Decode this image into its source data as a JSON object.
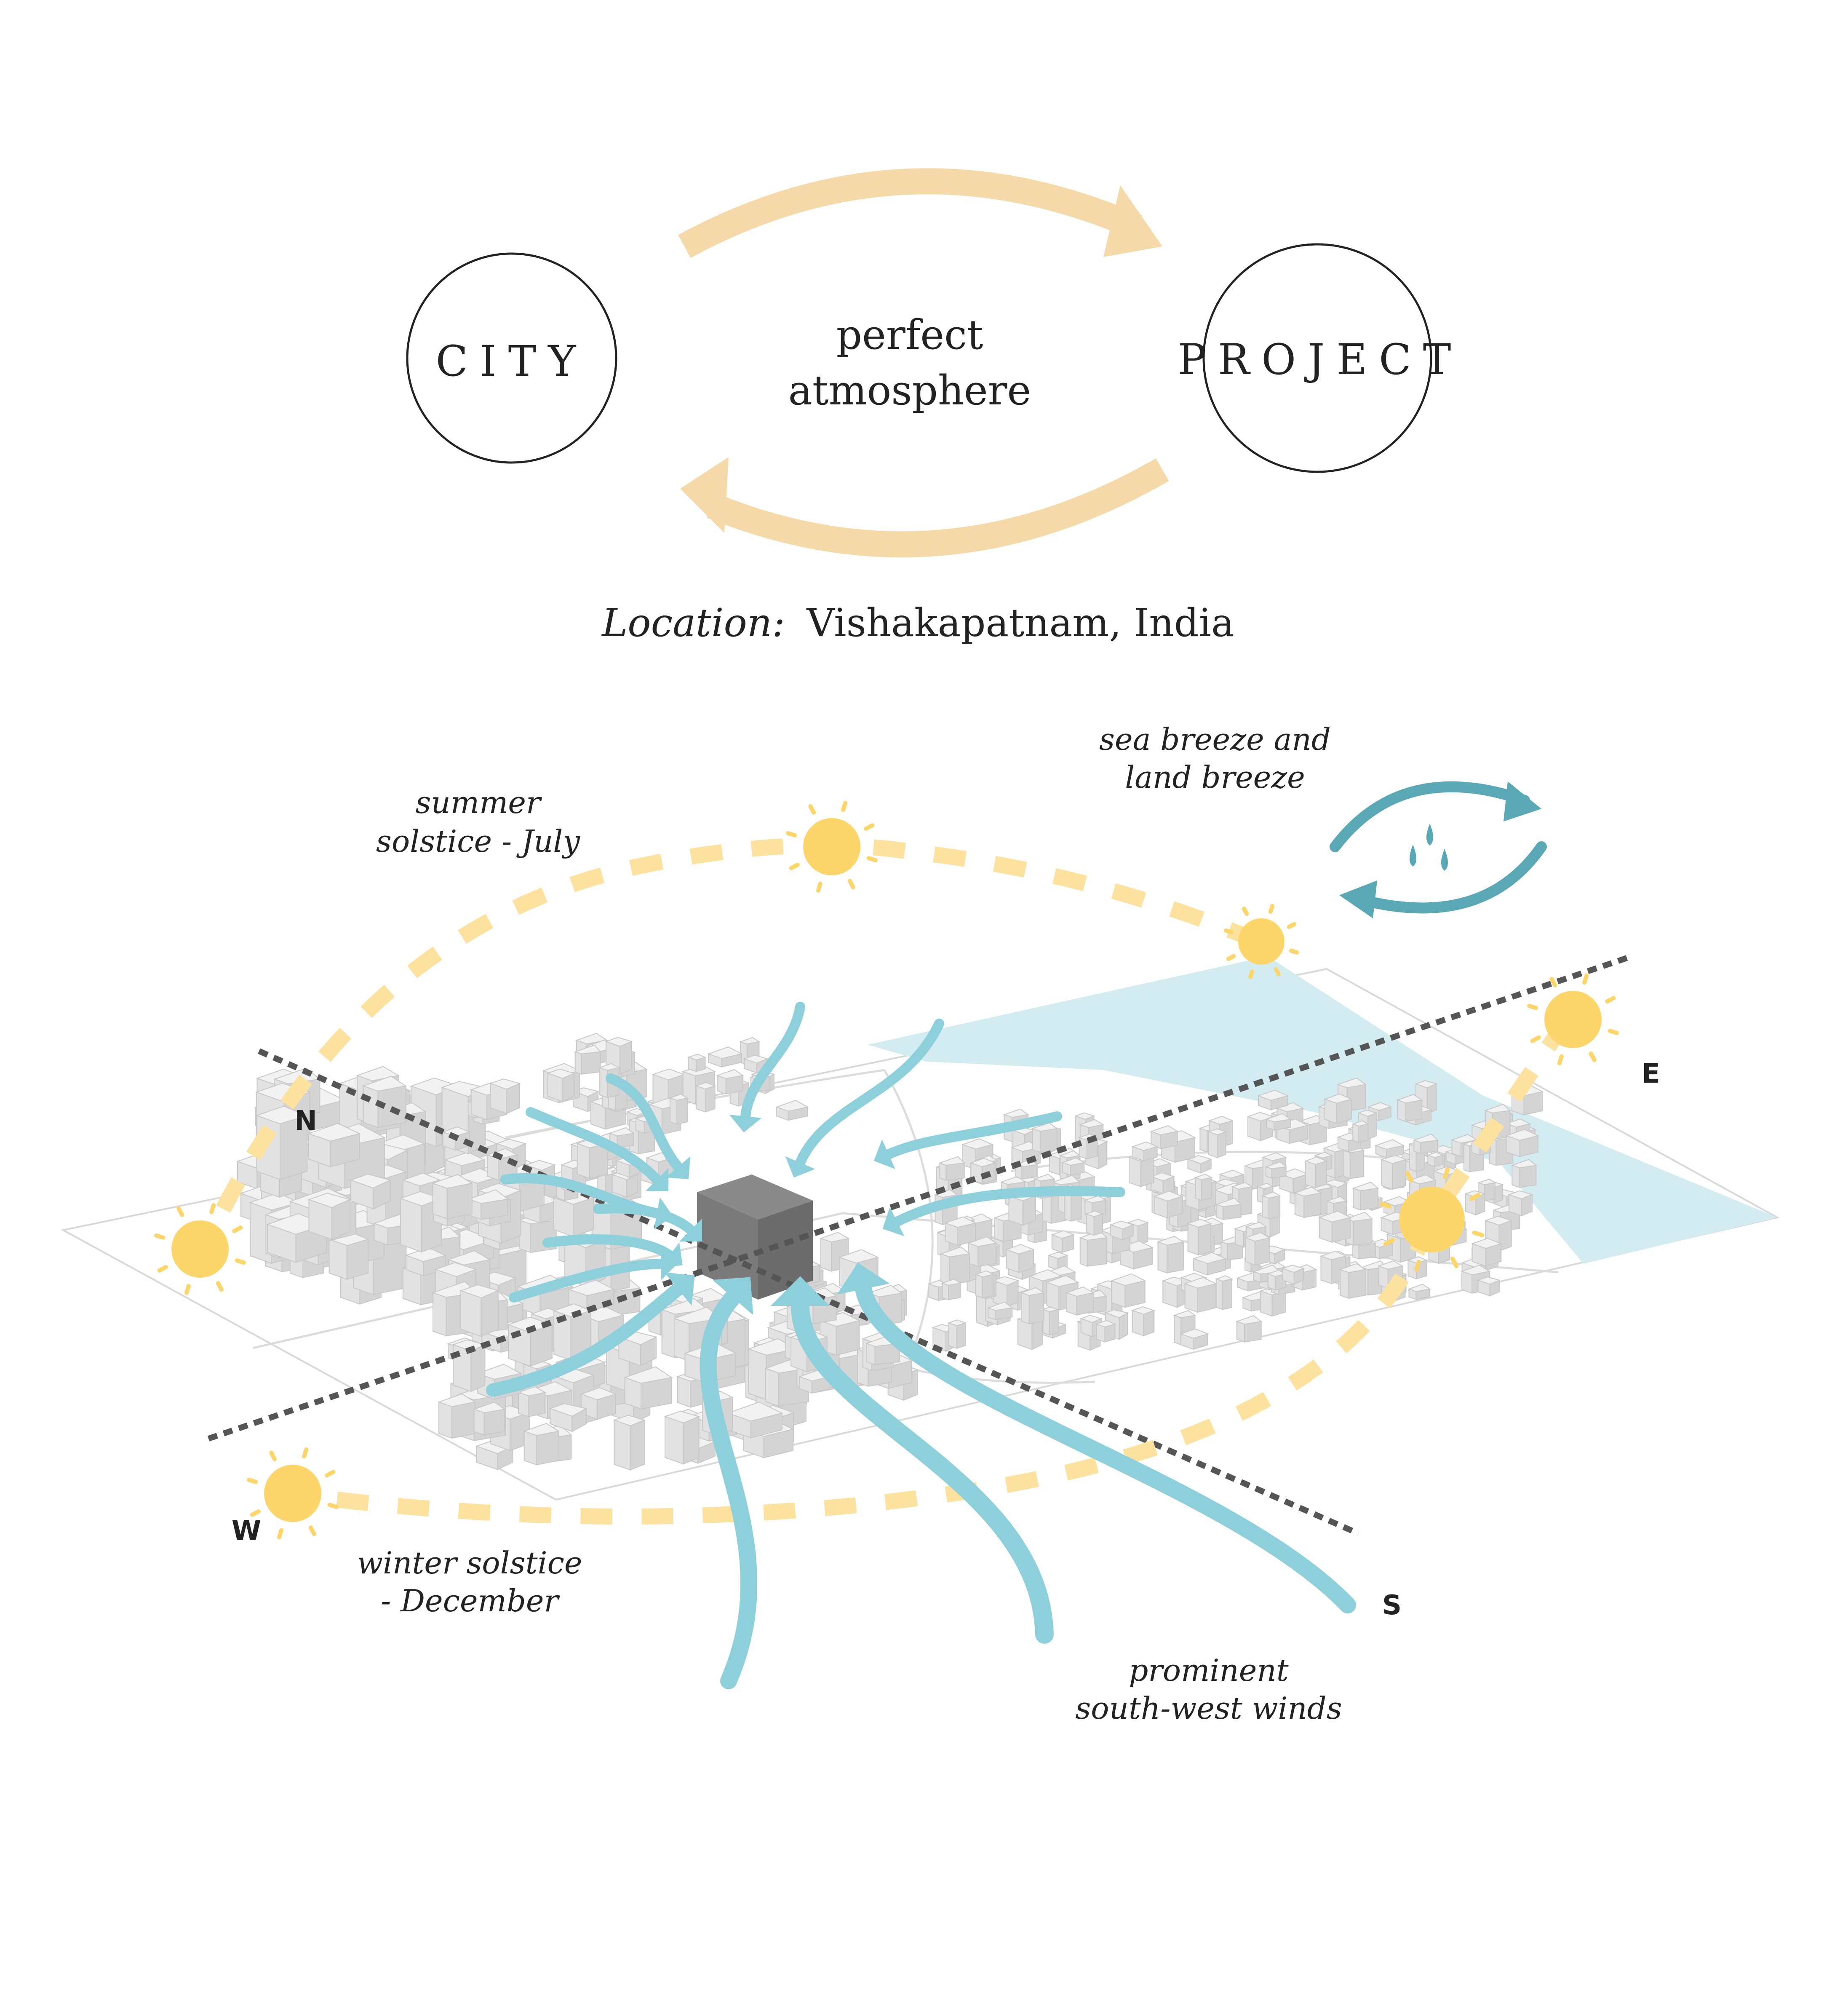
{
  "top": {
    "city_label": "CITY",
    "project_label": "PROJECT",
    "center_line1": "perfect",
    "center_line2": "atmosphere"
  },
  "location": {
    "prefix": "Location:",
    "value": "Vishakapatnam, India"
  },
  "labels": {
    "summer_line1": "summer",
    "summer_line2": "solstice - July",
    "breeze_line1": "sea breeze and",
    "breeze_line2": "land breeze",
    "winter_line1": "winter solstice",
    "winter_line2": "- December",
    "winds_line1": "prominent",
    "winds_line2": "south-west winds"
  },
  "compass": {
    "north": "N",
    "east": "E",
    "south": "S",
    "west": "W"
  },
  "colors": {
    "sun": "#FDD66B",
    "sun_path": "#FCE29E",
    "cycle_arrow": "#F6D9A8",
    "wind": "#8ECFDC",
    "sea_breeze": "#5AA8B5",
    "water": "#D2ECF2",
    "axis": "#555555",
    "project_block": "#7A7A7A",
    "buildings": "#E4E4E4"
  },
  "icons": [
    "sun-icon",
    "rain-drops-icon",
    "wind-arrow-icon",
    "project-block-icon"
  ]
}
